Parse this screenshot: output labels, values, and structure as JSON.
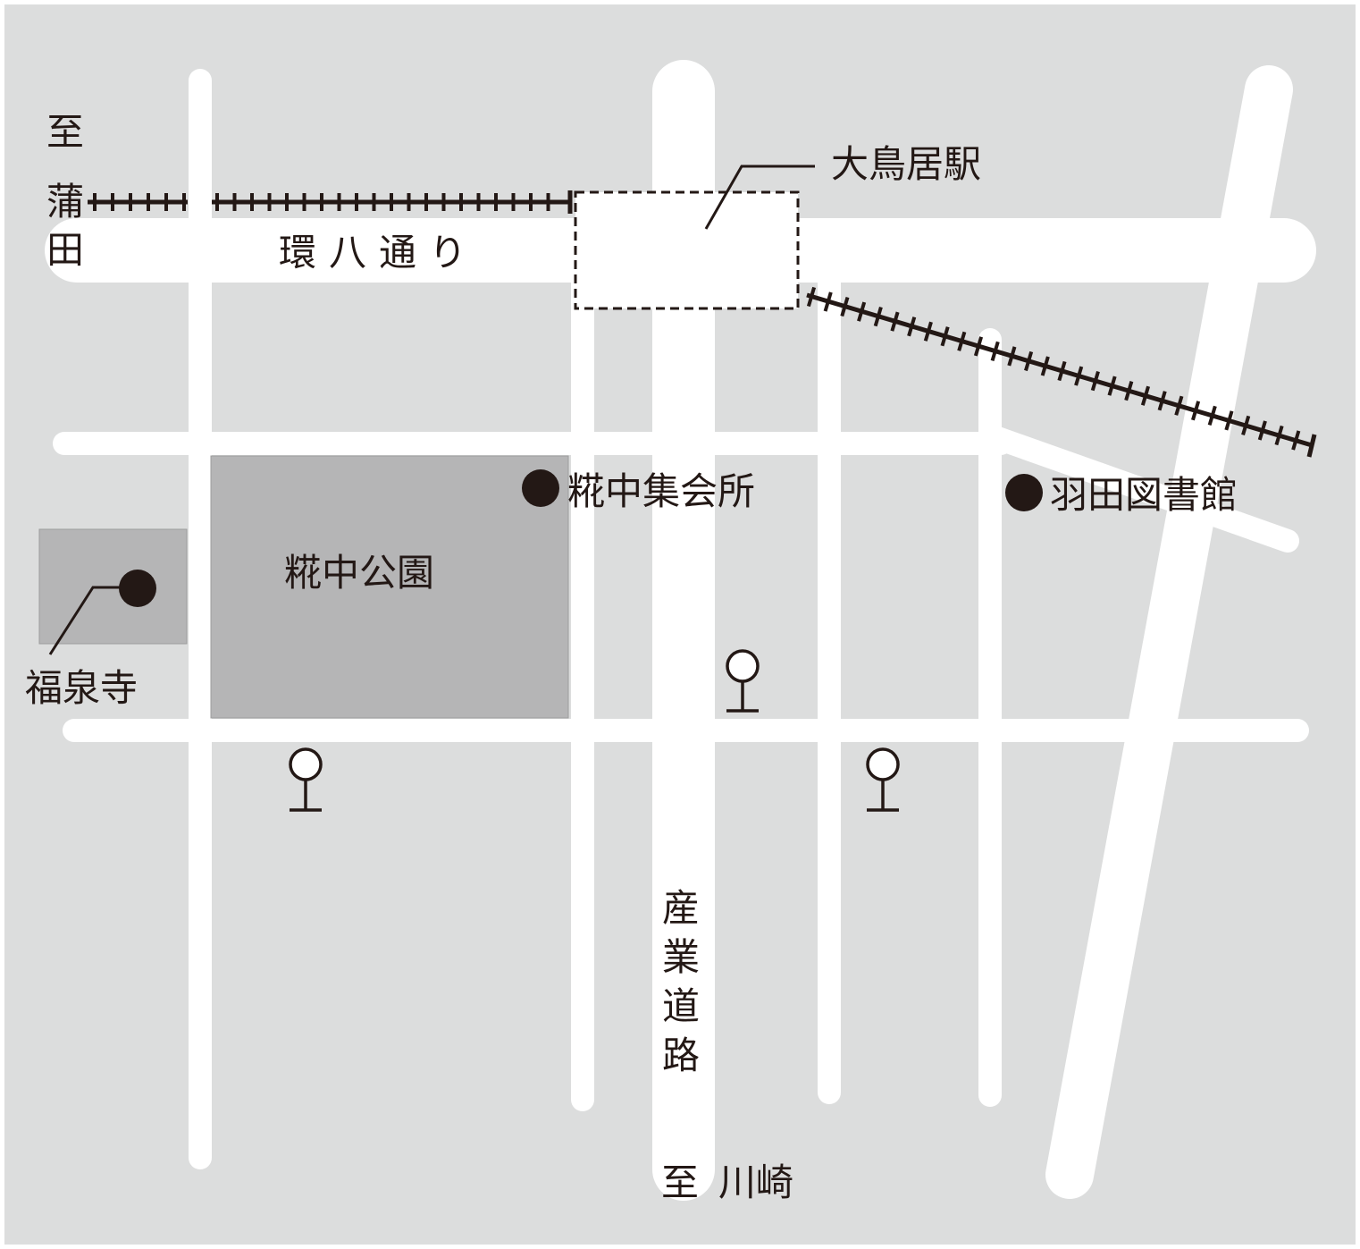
{
  "map": {
    "colors": {
      "background": "#dcdddd",
      "road": "#ffffff",
      "block": "#b5b5b6",
      "ink": "#231815"
    },
    "labels": {
      "to_kamata": [
        "至",
        "蒲",
        "田"
      ],
      "kanpachi": "環八通り",
      "station": "大鳥居駅",
      "community_hall": "糀中集会所",
      "library": "羽田図書館",
      "park": "糀中公園",
      "temple": "福泉寺",
      "sangyo_road": [
        "産",
        "業",
        "道",
        "路"
      ],
      "to_kawasaki_prefix": "至",
      "to_kawasaki": "川崎"
    },
    "icons": {
      "poi_marker": "filled-circle",
      "pin": "map-pin-icon",
      "railway": "railway-track",
      "station_area": "dashed-rectangle"
    }
  }
}
